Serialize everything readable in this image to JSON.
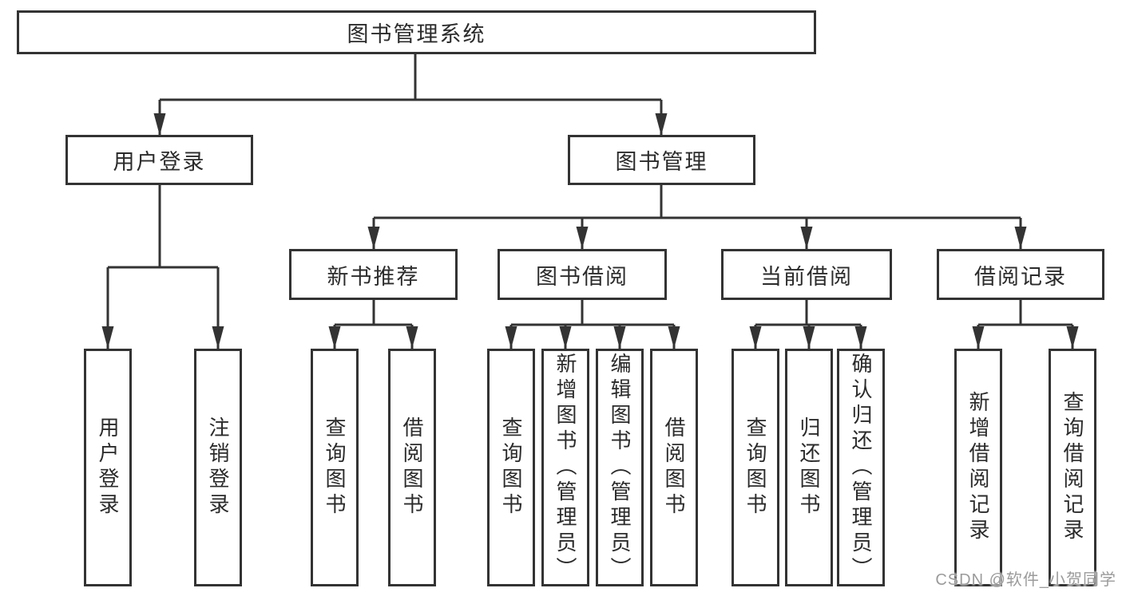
{
  "tree": {
    "root": {
      "label": "图书管理系统"
    },
    "branches": [
      {
        "label": "用户登录",
        "children": [
          {
            "label": "用户登录"
          },
          {
            "label": "注销登录"
          }
        ]
      },
      {
        "label": "图书管理",
        "children": [
          {
            "label": "新书推荐",
            "children": [
              {
                "label": "查询图书"
              },
              {
                "label": "借阅图书"
              }
            ]
          },
          {
            "label": "图书借阅",
            "children": [
              {
                "label": "查询图书"
              },
              {
                "label": "新增图书（管理员）"
              },
              {
                "label": "编辑图书（管理员）"
              },
              {
                "label": "借阅图书"
              }
            ]
          },
          {
            "label": "当前借阅",
            "children": [
              {
                "label": "查询图书"
              },
              {
                "label": "归还图书"
              },
              {
                "label": "确认归还（管理员）"
              }
            ]
          },
          {
            "label": "借阅记录",
            "children": [
              {
                "label": "新增借阅记录"
              },
              {
                "label": "查询借阅记录"
              }
            ]
          }
        ]
      }
    ]
  },
  "watermark": {
    "text": "CSDN @软件_小贺同学"
  },
  "colors": {
    "line": "#333333",
    "box_border": "#333333",
    "text": "#2b2b2b",
    "background": "#ffffff",
    "watermark": "#9b9b9b"
  }
}
